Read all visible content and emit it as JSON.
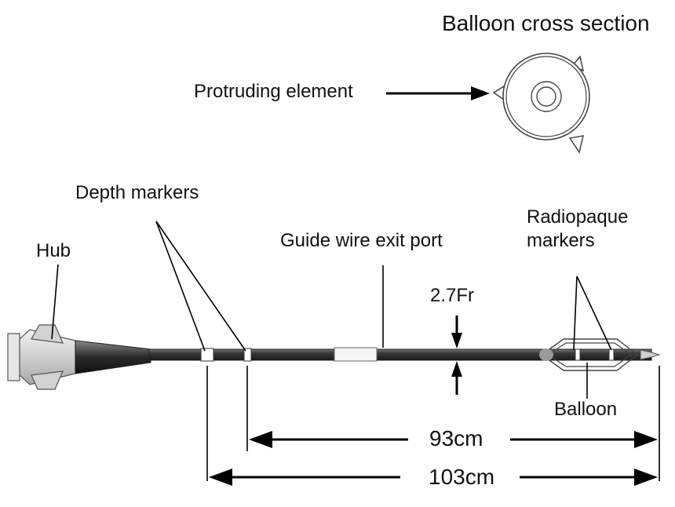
{
  "labels": {
    "cross_section_title": "Balloon cross section",
    "protruding_element": "Protruding element",
    "depth_markers": "Depth markers",
    "hub": "Hub",
    "guide_wire_exit_port": "Guide wire exit port",
    "radiopaque_markers_line1": "Radiopaque",
    "radiopaque_markers_line2": "markers",
    "diameter": "2.7Fr",
    "balloon": "Balloon",
    "length_93": "93cm",
    "length_103": "103cm"
  }
}
